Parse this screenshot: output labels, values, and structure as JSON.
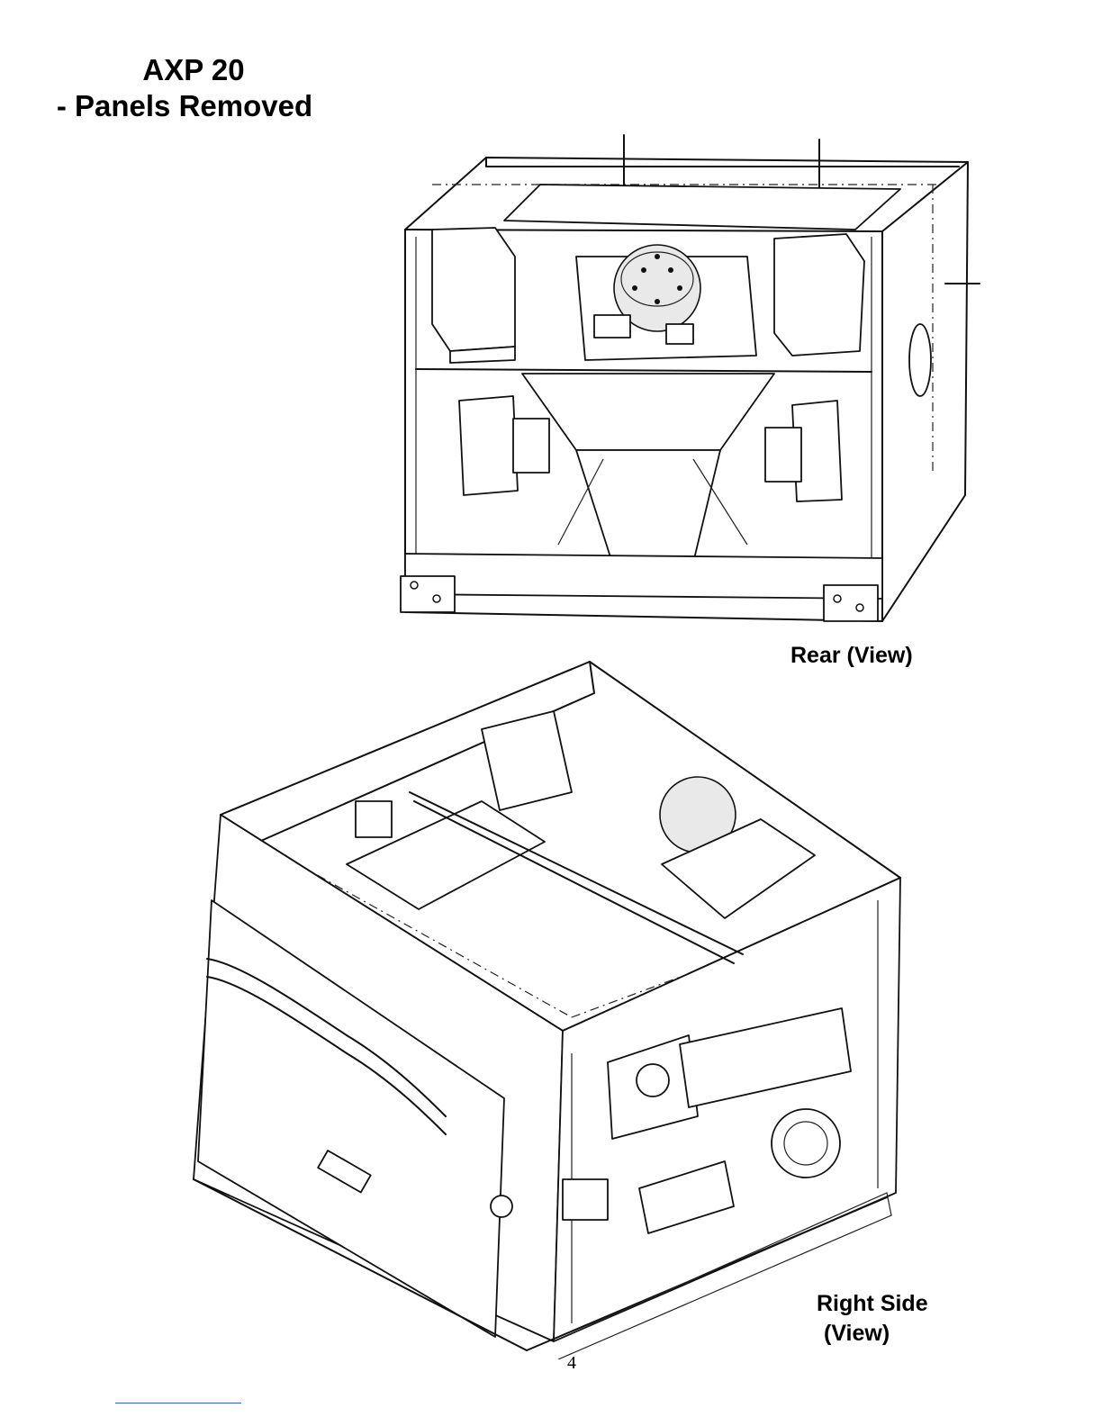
{
  "header": {
    "title_line1": "AXP 20",
    "title_line2": "- Panels Removed"
  },
  "figures": {
    "rear": {
      "caption": "Rear (View)"
    },
    "right_side": {
      "caption_line1": "Right Side",
      "caption_line2": "(View)"
    }
  },
  "footer": {
    "page_number": "4"
  }
}
